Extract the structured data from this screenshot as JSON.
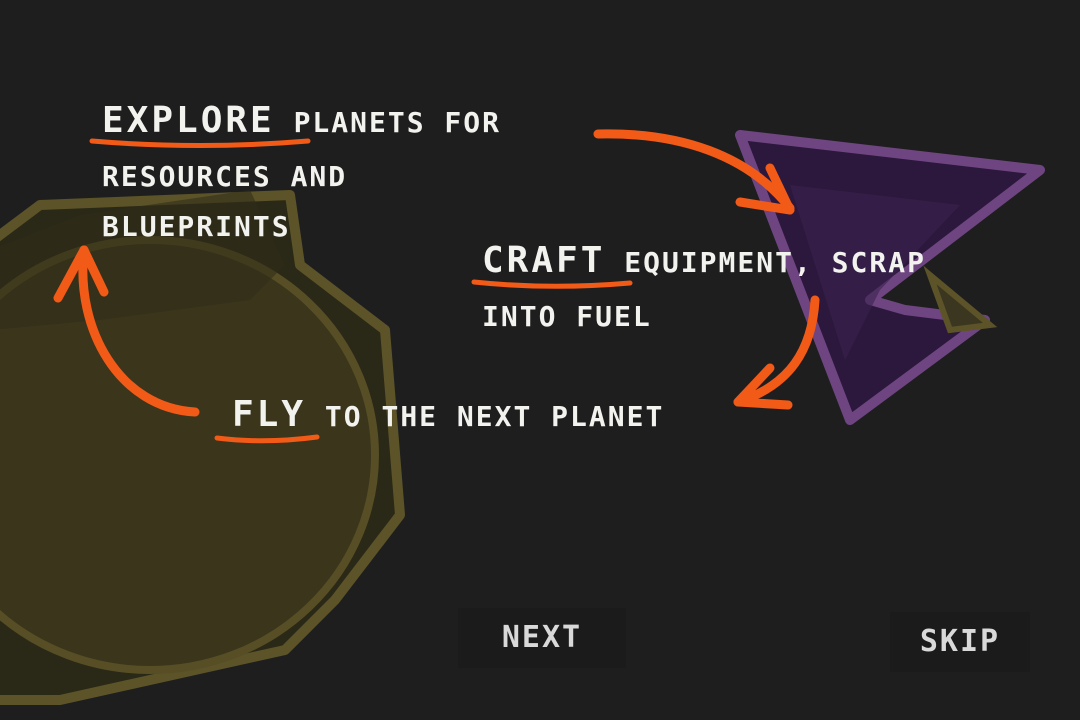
{
  "tutorial": {
    "explore": {
      "keyword": "EXPLORE",
      "rest": " PLANETS FOR",
      "line2": "RESOURCES AND",
      "line3": "BLUEPRINTS"
    },
    "craft": {
      "keyword": "CRAFT",
      "rest": " EQUIPMENT, SCRAP",
      "line2": "INTO FUEL"
    },
    "fly": {
      "keyword": "FLY",
      "rest": " TO THE NEXT PLANET"
    }
  },
  "buttons": {
    "next_label": "NEXT",
    "skip_label": "SKIP"
  },
  "colors": {
    "background": "#1e1e1f",
    "arrow": "#f25a17",
    "planet": "#3a3419",
    "ship": "#2c183c",
    "ship_edge": "#7a4a8c"
  },
  "icons": {
    "planet": "planet-icon",
    "ship": "spaceship-icon"
  }
}
